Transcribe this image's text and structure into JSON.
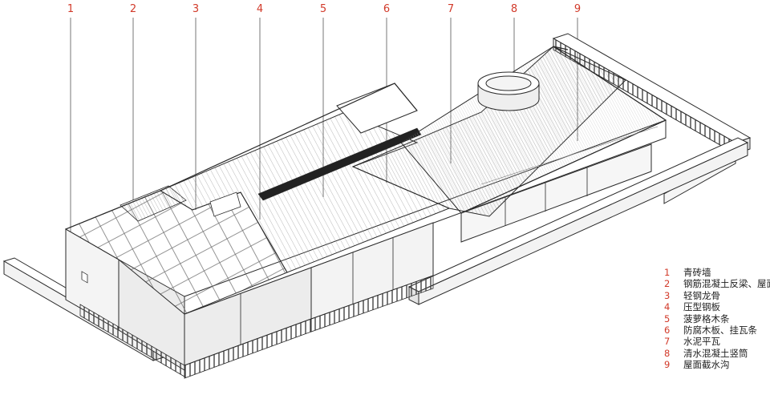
{
  "callouts": [
    "1",
    "2",
    "3",
    "4",
    "5",
    "6",
    "7",
    "8",
    "9"
  ],
  "legend": [
    {
      "num": "1",
      "label": "青砖墙"
    },
    {
      "num": "2",
      "label": "钢筋混凝土反梁、屋面"
    },
    {
      "num": "3",
      "label": "轻钢龙骨"
    },
    {
      "num": "4",
      "label": "压型钢板"
    },
    {
      "num": "5",
      "label": "菠萝格木条"
    },
    {
      "num": "6",
      "label": "防腐木板、挂瓦条"
    },
    {
      "num": "7",
      "label": "水泥平瓦"
    },
    {
      "num": "8",
      "label": "清水混凝土竖筒"
    },
    {
      "num": "9",
      "label": "屋面截水沟"
    }
  ],
  "colors": {
    "accent": "#d23a2a",
    "line": "#2a2a2a",
    "face": "#f2f2f2",
    "shade": "#dcdcdc"
  }
}
